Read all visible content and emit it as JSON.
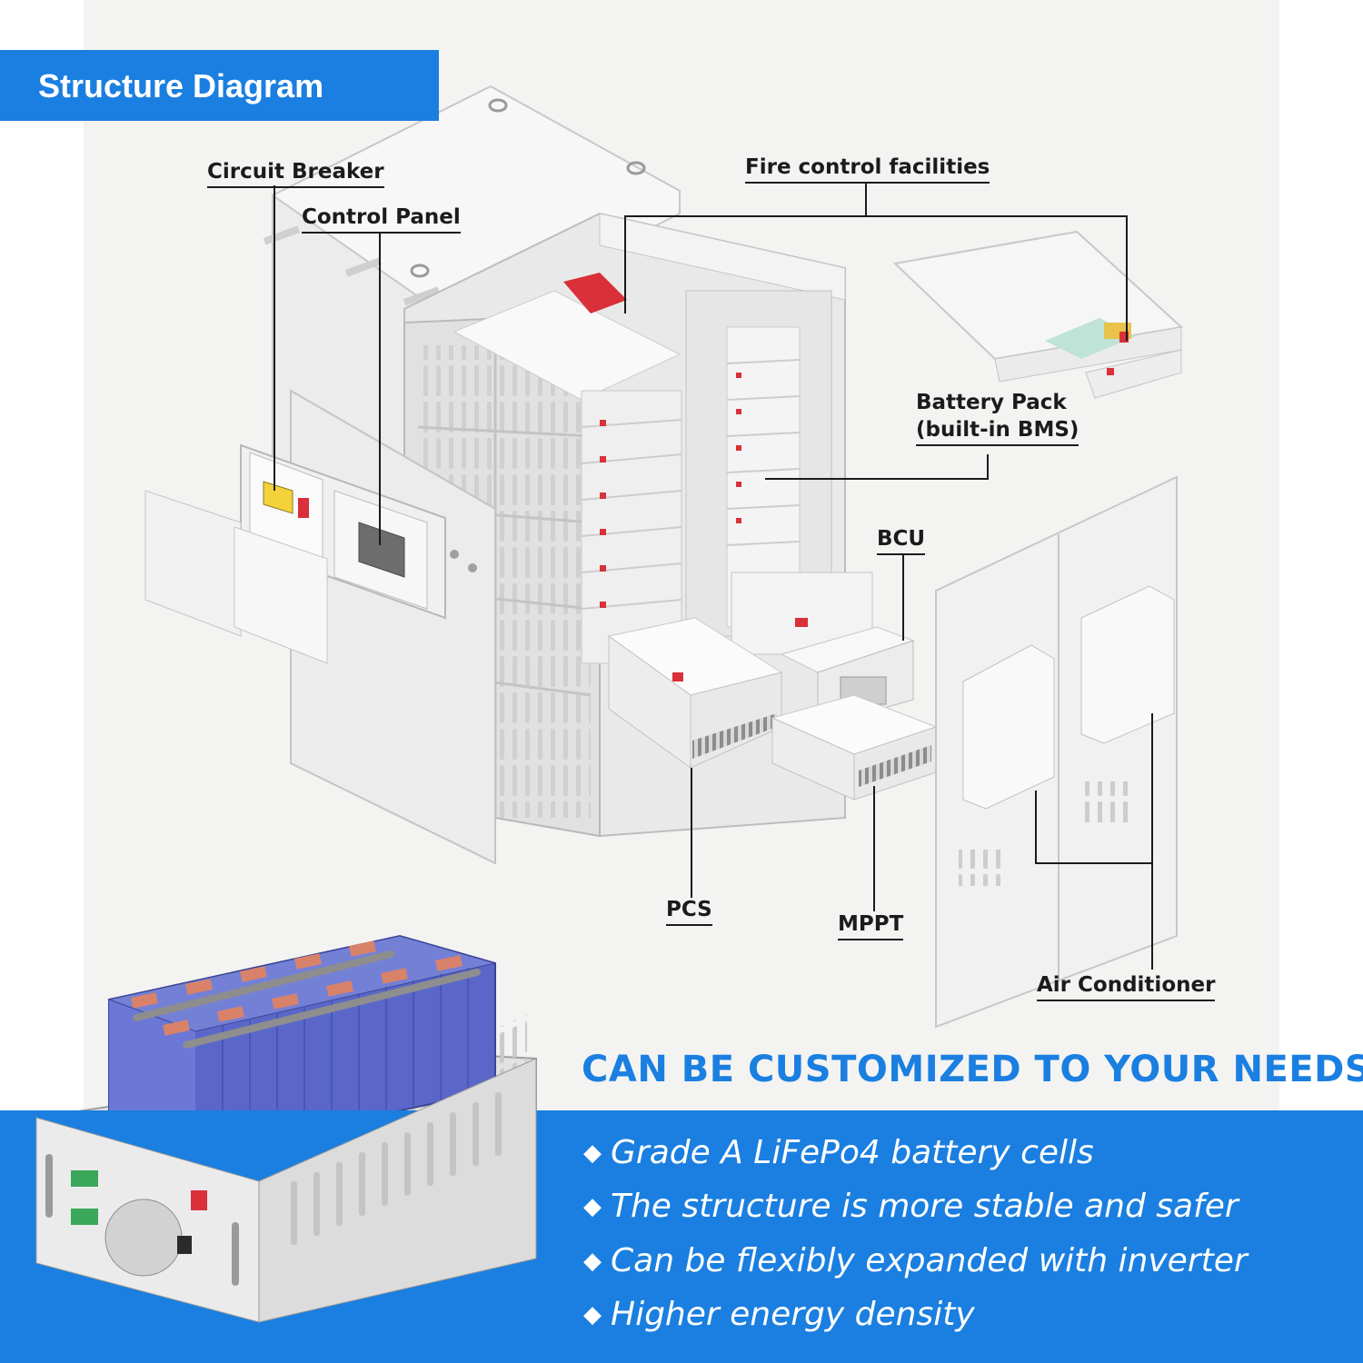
{
  "header": {
    "title": "Structure Diagram"
  },
  "labels": {
    "circuit_breaker": "Circuit Breaker",
    "control_panel": "Control Panel",
    "fire_control": "Fire control facilities",
    "battery_pack_line1": "Battery Pack",
    "battery_pack_line2": "(built-in BMS)",
    "bcu": "BCU",
    "pcs": "PCS",
    "mppt": "MPPT",
    "air_conditioner": "Air Conditioner"
  },
  "tagline": "CAN BE CUSTOMIZED TO YOUR NEEDS",
  "features": [
    "Grade A LiFePo4 battery cells",
    "The structure is more stable and safer",
    "Can be flexibly expanded with inverter",
    "Higher energy density"
  ],
  "bullet_glyph": "◆",
  "colors": {
    "accent_blue": "#1a7fe0",
    "cell_blue": "#5a67c9",
    "copper": "#d9826a",
    "cabinet": "#ececec"
  }
}
